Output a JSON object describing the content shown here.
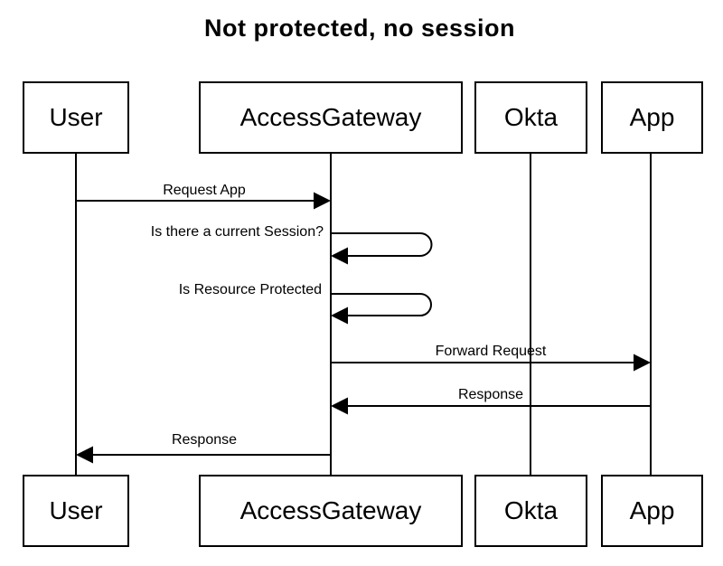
{
  "title": "Not protected, no session",
  "participants": [
    {
      "id": "user",
      "label": "User"
    },
    {
      "id": "accessgateway",
      "label": "AccessGateway"
    },
    {
      "id": "okta",
      "label": "Okta"
    },
    {
      "id": "app",
      "label": "App"
    }
  ],
  "messages": [
    {
      "label": "Request App",
      "from": "user",
      "to": "accessgateway",
      "type": "arrow-right"
    },
    {
      "label": "Is there a current Session?",
      "from": "accessgateway",
      "to": "accessgateway",
      "type": "self-loop"
    },
    {
      "label": "Is Resource Protected",
      "from": "accessgateway",
      "to": "accessgateway",
      "type": "self-loop"
    },
    {
      "label": "Forward Request",
      "from": "accessgateway",
      "to": "app",
      "type": "arrow-right"
    },
    {
      "label": "Response",
      "from": "app",
      "to": "accessgateway",
      "type": "arrow-left"
    },
    {
      "label": "Response",
      "from": "accessgateway",
      "to": "user",
      "type": "arrow-left"
    }
  ],
  "colors": {
    "line": "#000000",
    "text": "#000000",
    "background": "#ffffff"
  }
}
